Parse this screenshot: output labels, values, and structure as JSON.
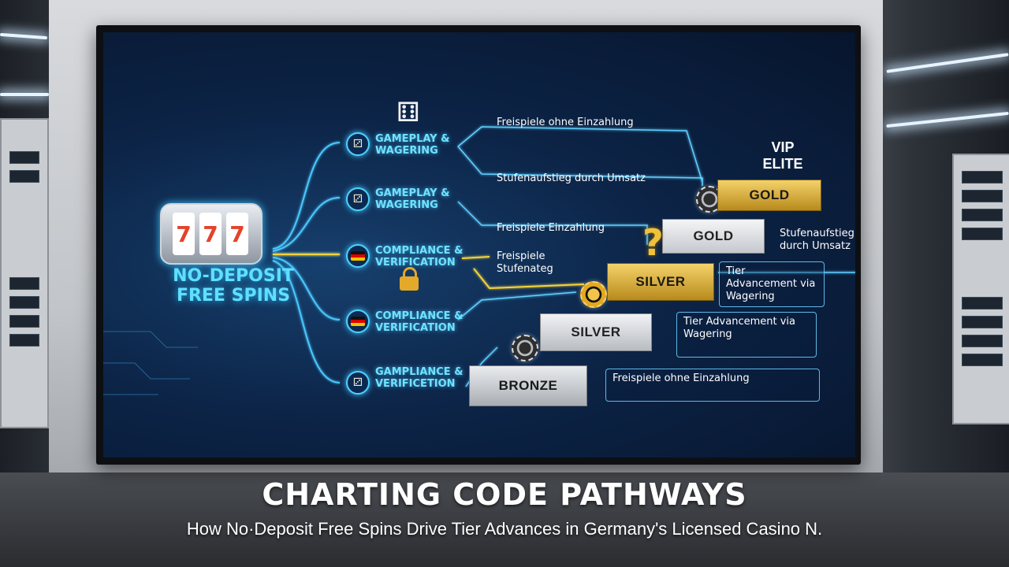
{
  "source_main_title": "NO-DEPOSIT FREE SPINS",
  "branches": [
    {
      "label": "GAMEPLAY & WAGERING",
      "icon": "dice-icon"
    },
    {
      "label": "GAMEPLAY & WAGERING",
      "icon": "dice-icon"
    },
    {
      "label": "COMPLIANCE & VERIFICATION",
      "icon": "german-flag-icon"
    },
    {
      "label": "COMPLIANCE & VERIFICATION",
      "icon": "german-flag-icon"
    },
    {
      "label": "GAMPLIANCE & VERIFICETION",
      "icon": "dice-icon"
    }
  ],
  "pathway_labels": [
    "Freispiele ohne Einzahlung",
    "Stufenaufstieg durch Umsatz",
    "Freispiele Einzahlung",
    "Freispiele Stufenateg"
  ],
  "tiers": {
    "vip_elite": "VIP ELITE",
    "gold_top": "GOLD",
    "gold_mid": "GOLD",
    "silver_gold": "SILVER",
    "silver": "SILVER",
    "bronze": "BRONZE"
  },
  "info_boxes": {
    "gold_side": "Stufenaufstieg durch Umsatz",
    "silver_gold_side": "Tier Advancement via Wagering",
    "silver_side": "Tier Advancement via Wagering",
    "bronze_side": "Freispiele ohne Einzahlung"
  },
  "headline": "CHARTING CODE PATHWAYS",
  "subline": "How No·Deposit Free Spins Drive Tier Advances in Germany's Licensed Casino N.",
  "colors": {
    "neon_cyan": "#5fe0ff",
    "gold": "#d4a52a",
    "silver": "#c4c8cd",
    "screen_bg": "#0c2447"
  }
}
